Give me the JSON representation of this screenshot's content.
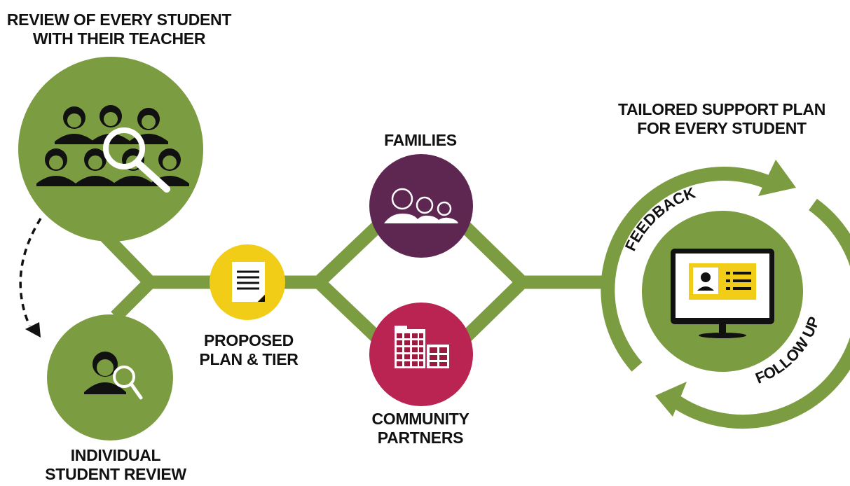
{
  "colors": {
    "green": "#7b9c41",
    "purple": "#5e2751",
    "magenta": "#b92453",
    "yellow": "#f2cd17",
    "text": "#111111",
    "white": "#ffffff"
  },
  "nodes": {
    "review_all": {
      "title_line1": "REVIEW OF EVERY STUDENT",
      "title_line2": "WITH THEIR TEACHER",
      "icon": "group-of-students-magnifier-icon"
    },
    "individual": {
      "title_line1": "INDIVIDUAL",
      "title_line2": "STUDENT REVIEW",
      "icon": "student-magnifier-icon"
    },
    "proposed": {
      "title_line1": "PROPOSED",
      "title_line2": "PLAN & TIER",
      "icon": "document-icon"
    },
    "families": {
      "title": "FAMILIES",
      "icon": "family-icon"
    },
    "community": {
      "title_line1": "COMMUNITY",
      "title_line2": "PARTNERS",
      "icon": "buildings-icon"
    },
    "tailored": {
      "title_line1": "TAILORED SUPPORT PLAN",
      "title_line2": "FOR EVERY STUDENT",
      "icon": "monitor-profile-icon",
      "cycle_top": "FEEDBACK",
      "cycle_bottom": "FOLLOW UP"
    }
  }
}
